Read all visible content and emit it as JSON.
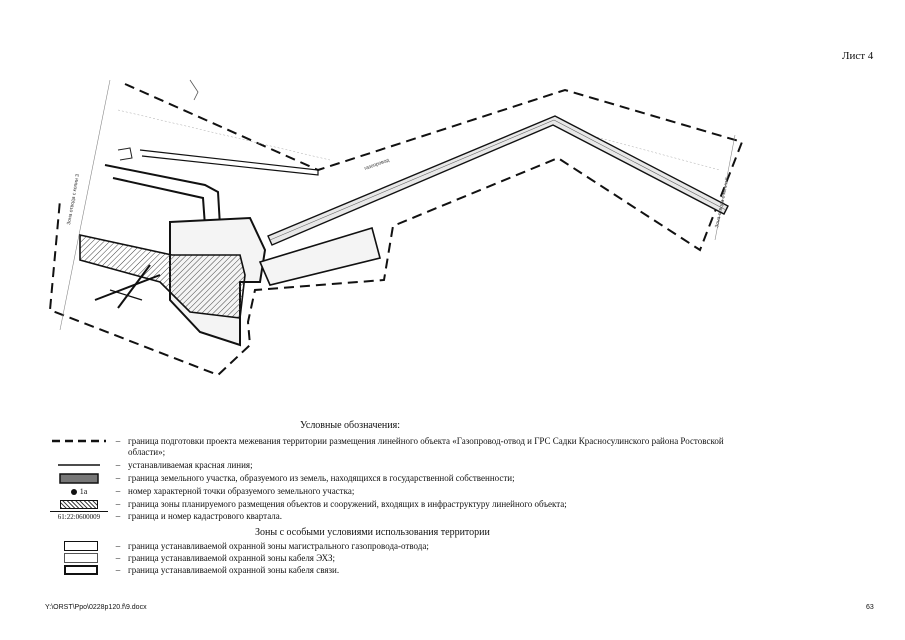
{
  "sheet": {
    "label": "Лист 4"
  },
  "map": {
    "left_label": "Зона отвода с копии 3",
    "right_label": "Зона отвода с копии 5",
    "road_label": "газопровод"
  },
  "legend": {
    "title": "Условные обозначения:",
    "items": [
      {
        "symbol": "dashed-line",
        "text": "граница подготовки проекта межевания территории размещения линейного объекта «Газопровод-отвод и ГРС Садки Красносулинского района Ростовской области»;"
      },
      {
        "symbol": "solid-line",
        "text": "устанавливаемая красная линия;"
      },
      {
        "symbol": "land-boundary",
        "text": "граница земельного участка, образуемого из земель, находящихся в государственной собственности;"
      },
      {
        "symbol": "point",
        "symbol_text": "1а",
        "text": "номер характерной точки образуемого земельного участка;"
      },
      {
        "symbol": "hatched",
        "text": "граница зоны планируемого размещения объектов и сооружений, входящих в инфраструктуру линейного объекта;"
      },
      {
        "symbol": "cadastral",
        "symbol_text": "61:22:0600009",
        "text": "граница и номер кадастрового квартала."
      }
    ],
    "dash": "–"
  },
  "zones": {
    "title": "Зоны с особыми условиями использования территории",
    "items": [
      {
        "text": "граница устанавливаемой охранной зоны магистрального газопровода-отвода;"
      },
      {
        "text": "граница устанавливаемой охранной зоны кабеля ЭХЗ;"
      },
      {
        "text": "граница устанавливаемой охранной зоны кабеля связи."
      }
    ]
  },
  "footer": {
    "path": "Y:\\ORST\\Ppo\\0228p120.f\\9.docx",
    "page": "63"
  }
}
